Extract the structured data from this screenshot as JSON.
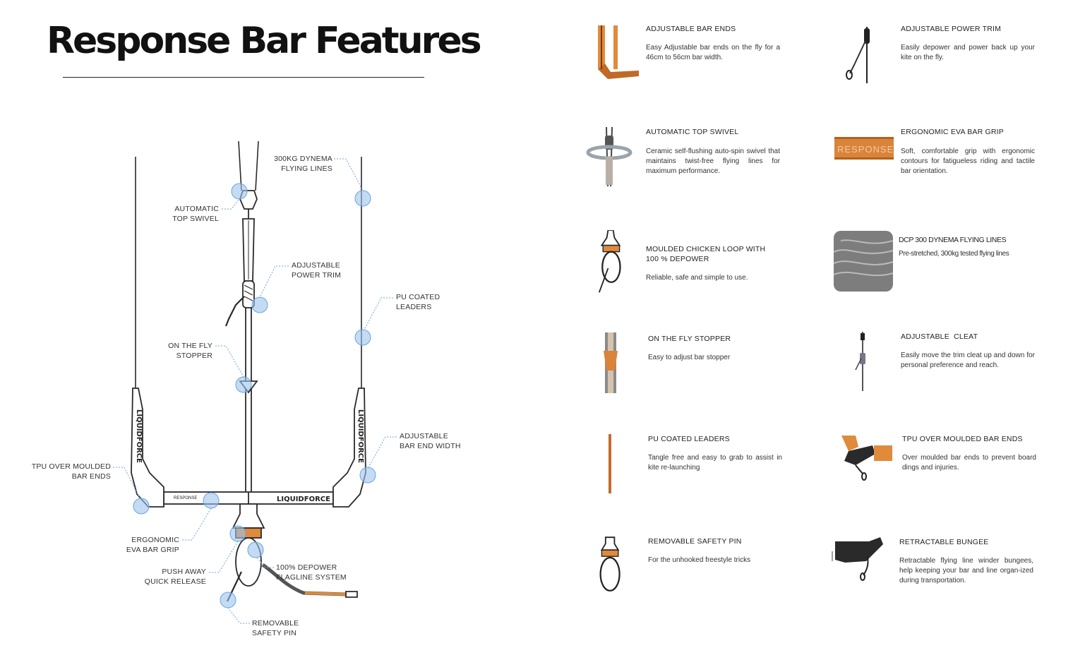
{
  "page": {
    "title": "Response Bar Features"
  },
  "diagram": {
    "callouts": {
      "flying_lines": "300KG DYNEMA\nFLYING LINES",
      "top_swivel": "AUTOMATIC\nTOP SWIVEL",
      "power_trim": "ADJUSTABLE\nPOWER TRIM",
      "pu_leaders": "PU COATED\nLEADERS",
      "stopper": "ON THE FLY\nSTOPPER",
      "bar_end_width": "ADJUSTABLE\nBAR END WIDTH",
      "tpu_bar_ends": "TPU OVER MOULDED\nBAR ENDS",
      "eva_grip": "ERGONOMIC\nEVA BAR GRIP",
      "quick_release": "PUSH AWAY\nQUICK RELEASE",
      "depower_flagline": "100% DEPOWER\nFLAGLINE SYSTEM",
      "safety_pin": "REMOVABLE\nSAFETY PIN"
    },
    "bar_labels": {
      "left_bar_end": "LIQUIDFORCE",
      "right_bar_end": "LIQUIDFORCE",
      "grip_left": "RESPONSE",
      "grip_right": "LIQUIDFORCE"
    },
    "colors": {
      "line": "#2a2a2a",
      "marker": "#9cc3ec",
      "accent": "#e08a3c"
    }
  },
  "features": [
    {
      "title": "ADJUSTABLE BAR ENDS",
      "description": "Easy Adjustable bar ends on the fly for a 46cm to 56cm bar width.",
      "icon": "bar-end-adjust-icon"
    },
    {
      "title": "ADJUSTABLE POWER TRIM",
      "description": "Easily depower and power back up your kite on the fly.",
      "icon": "power-trim-icon"
    },
    {
      "title": "AUTOMATIC TOP SWIVEL",
      "description": "Ceramic self-flushing auto-spin swivel that maintains twist-free flying lines for maximum performance.",
      "icon": "swivel-icon"
    },
    {
      "title": "ERGONOMIC EVA BAR GRIP",
      "description": "Soft, comfortable grip with ergonomic contours for fatigueless riding and tactile bar orientation.",
      "icon": "bar-grip-icon",
      "thumb_text": "RESPONSE"
    },
    {
      "title": "MOULDED CHICKEN LOOP WITH 100 % DEPOWER",
      "description": "Reliable, safe and simple to use.",
      "icon": "chicken-loop-icon"
    },
    {
      "title": "DCP 300 DYNEMA FLYING LINES",
      "description": "Pre-stretched, 300kg tested flying lines",
      "icon": "flying-lines-icon"
    },
    {
      "title": "ON THE FLY STOPPER",
      "description": "Easy to adjust bar stopper",
      "icon": "stopper-icon"
    },
    {
      "title": "ADJUSTABLE  CLEAT",
      "description": "Easily move the trim cleat up and down for personal preference and reach.",
      "icon": "cleat-icon"
    },
    {
      "title": "PU COATED LEADERS",
      "description": "Tangle free and easy to grab to assist in kite re-launching",
      "icon": "leader-line-icon"
    },
    {
      "title": "TPU OVER MOULDED BAR ENDS",
      "description": "Over moulded bar ends to prevent board dings and injuries.",
      "icon": "tpu-bar-end-icon"
    },
    {
      "title": "REMOVABLE SAFETY PIN",
      "description": "For the unhooked freestyle tricks",
      "icon": "safety-pin-icon"
    },
    {
      "title": "RETRACTABLE BUNGEE",
      "description": "Retractable flying line winder bungees, help keeping your bar and line organ-ized during transportation.",
      "icon": "bungee-icon"
    }
  ]
}
